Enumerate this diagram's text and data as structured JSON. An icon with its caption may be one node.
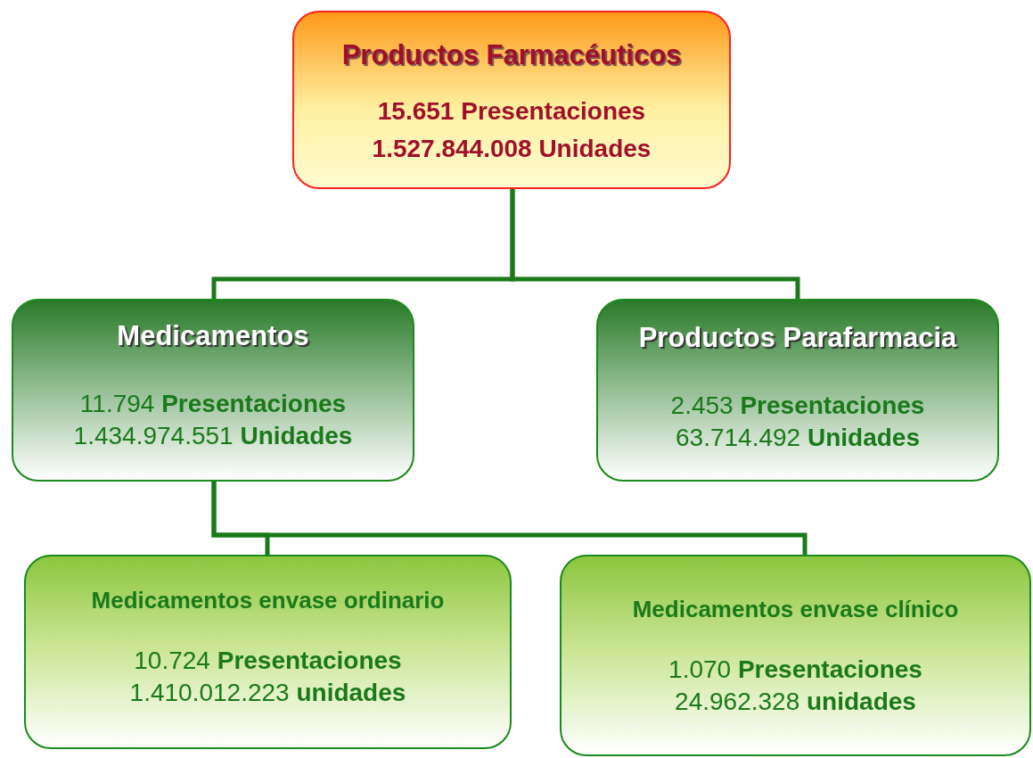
{
  "diagram": {
    "nodes": [
      {
        "text": [
          "Productos Farmacéuticos",
          "15.651 Presentaciones",
          "1.527.844.008 Unidades"
        ]
      },
      {
        "text": [
          "Medicamentos",
          "11.794 **Presentaciones**",
          "1.434.974.551 **Unidades**"
        ]
      },
      {
        "text": [
          "Productos Parafarmacia",
          "2.453 **Presentaciones**",
          "63.714.492 **Unidades**"
        ]
      },
      {
        "text": [
          "Medicamentos envase ordinario",
          "10.724 **Presentaciones**",
          "1.410.012.223 **unidades**"
        ]
      },
      {
        "text": [
          "Medicamentos envase clínico",
          "1.070 **Presentaciones**",
          "24.962.328 **unidades**"
        ]
      }
    ],
    "edges": [
      {
        "from": 0,
        "to": 1,
        "arrow": "none"
      },
      {
        "from": 0,
        "to": 2,
        "arrow": "none"
      },
      {
        "from": 1,
        "to": 3,
        "arrow": "none"
      },
      {
        "from": 1,
        "to": 4,
        "arrow": "none"
      }
    ]
  }
}
